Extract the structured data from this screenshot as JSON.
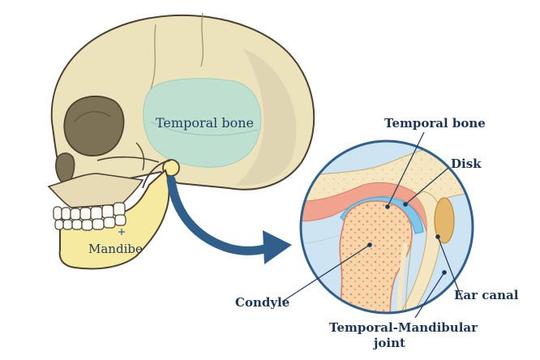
{
  "labels": {
    "skull_temporal_bone": "Temporal bone",
    "mandible": "Mandibe",
    "inset_temporal_bone": "Temporal bone",
    "disk": "Disk",
    "ear_canal": "Ear canal",
    "condyle": "Condyle",
    "tmj_line1": "Temporal-Mandibular",
    "tmj_line2": "joint"
  },
  "colors": {
    "skull_fill": "#ece3bd",
    "skull_shadow": "#d8ccaa",
    "temporal_region": "#bfe0d0",
    "mandible_fill": "#f6e9a0",
    "teeth": "#fbfbf6",
    "outline": "#4a4030",
    "arrow": "#2f5f8a",
    "inset_ring": "#2f5f8a",
    "inset_bg": "#cfe4f2",
    "bone_pink": "#f0a48f",
    "cartilage_blue": "#7fc6e8",
    "label_text": "#1c3557"
  }
}
